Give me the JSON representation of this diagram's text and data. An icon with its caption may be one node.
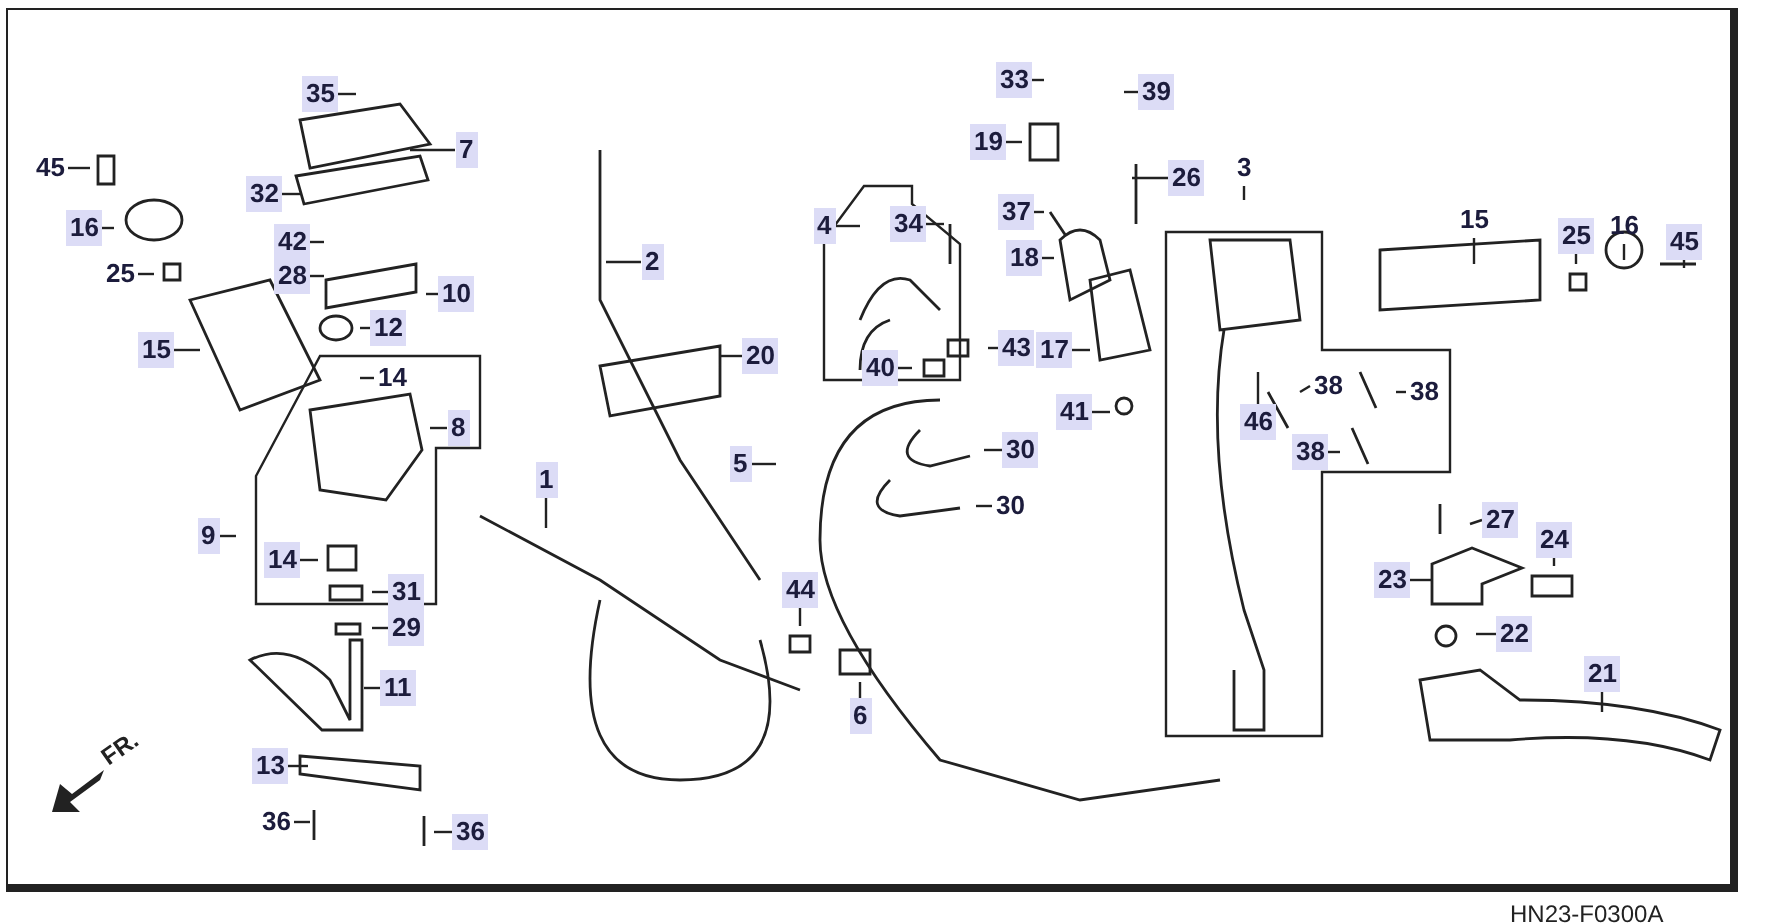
{
  "diagram": {
    "nodes": [
      {
        "text": [
          "35"
        ]
      },
      {
        "text": [
          "33"
        ]
      },
      {
        "text": [
          "39"
        ]
      },
      {
        "text": [
          "7"
        ]
      },
      {
        "text": [
          "45"
        ]
      },
      {
        "text": [
          "32"
        ]
      },
      {
        "text": [
          "19"
        ]
      },
      {
        "text": [
          "26"
        ]
      },
      {
        "text": [
          "3"
        ]
      },
      {
        "text": [
          "15"
        ]
      },
      {
        "text": [
          "4"
        ]
      },
      {
        "text": [
          "34"
        ]
      },
      {
        "text": [
          "37"
        ]
      },
      {
        "text": [
          "16"
        ]
      },
      {
        "text": [
          "25"
        ]
      },
      {
        "text": [
          "42"
        ]
      },
      {
        "text": [
          "25"
        ]
      },
      {
        "text": [
          "16"
        ]
      },
      {
        "text": [
          "45"
        ]
      },
      {
        "text": [
          "28"
        ]
      },
      {
        "text": [
          "2"
        ]
      },
      {
        "text": [
          "18"
        ]
      },
      {
        "text": [
          "10"
        ]
      },
      {
        "text": [
          "12"
        ]
      },
      {
        "text": [
          "15"
        ]
      },
      {
        "text": [
          "20"
        ]
      },
      {
        "text": [
          "17"
        ]
      },
      {
        "text": [
          "43"
        ]
      },
      {
        "text": [
          "40"
        ]
      },
      {
        "text": [
          "14"
        ]
      },
      {
        "text": [
          "41"
        ]
      },
      {
        "text": [
          "46"
        ]
      },
      {
        "text": [
          "38"
        ]
      },
      {
        "text": [
          "38"
        ]
      },
      {
        "text": [
          "38"
        ]
      },
      {
        "text": [
          "8"
        ]
      },
      {
        "text": [
          "30"
        ]
      },
      {
        "text": [
          "5"
        ]
      },
      {
        "text": [
          "1"
        ]
      },
      {
        "text": [
          "9"
        ]
      },
      {
        "text": [
          "30"
        ]
      },
      {
        "text": [
          "27"
        ]
      },
      {
        "text": [
          "24"
        ]
      },
      {
        "text": [
          "14"
        ]
      },
      {
        "text": [
          "23"
        ]
      },
      {
        "text": [
          "31"
        ]
      },
      {
        "text": [
          "44"
        ]
      },
      {
        "text": [
          "29"
        ]
      },
      {
        "text": [
          "22"
        ]
      },
      {
        "text": [
          "21"
        ]
      },
      {
        "text": [
          "11"
        ]
      },
      {
        "text": [
          "6"
        ]
      },
      {
        "text": [
          "13"
        ]
      },
      {
        "text": [
          "36"
        ]
      },
      {
        "text": [
          "36"
        ]
      }
    ],
    "edges": [
      {
        "from": 0,
        "to": null,
        "arrow": "none"
      },
      {
        "from": 1,
        "to": null,
        "arrow": "none"
      },
      {
        "from": 2,
        "to": null,
        "arrow": "none"
      },
      {
        "from": 3,
        "to": null,
        "arrow": "none"
      },
      {
        "from": 4,
        "to": null,
        "arrow": "none"
      },
      {
        "from": 5,
        "to": null,
        "arrow": "none"
      },
      {
        "from": 6,
        "to": null,
        "arrow": "none"
      },
      {
        "from": 7,
        "to": null,
        "arrow": "none"
      },
      {
        "from": 8,
        "to": null,
        "arrow": "none"
      },
      {
        "from": 9,
        "to": null,
        "arrow": "none"
      },
      {
        "from": 10,
        "to": null,
        "arrow": "none"
      },
      {
        "from": 11,
        "to": null,
        "arrow": "none"
      },
      {
        "from": 12,
        "to": null,
        "arrow": "none"
      },
      {
        "from": 13,
        "to": null,
        "arrow": "none"
      },
      {
        "from": 14,
        "to": null,
        "arrow": "none"
      },
      {
        "from": 15,
        "to": null,
        "arrow": "none"
      },
      {
        "from": 16,
        "to": null,
        "arrow": "none"
      },
      {
        "from": 17,
        "to": null,
        "arrow": "none"
      },
      {
        "from": 18,
        "to": null,
        "arrow": "none"
      },
      {
        "from": 19,
        "to": null,
        "arrow": "none"
      },
      {
        "from": 20,
        "to": null,
        "arrow": "none"
      },
      {
        "from": 21,
        "to": null,
        "arrow": "none"
      },
      {
        "from": 22,
        "to": null,
        "arrow": "none"
      },
      {
        "from": 23,
        "to": null,
        "arrow": "none"
      },
      {
        "from": 24,
        "to": null,
        "arrow": "none"
      },
      {
        "from": 25,
        "to": null,
        "arrow": "none"
      },
      {
        "from": 26,
        "to": null,
        "arrow": "none"
      },
      {
        "from": 27,
        "to": null,
        "arrow": "none"
      },
      {
        "from": 28,
        "to": null,
        "arrow": "none"
      },
      {
        "from": 29,
        "to": null,
        "arrow": "none"
      },
      {
        "from": 30,
        "to": null,
        "arrow": "none"
      },
      {
        "from": 31,
        "to": null,
        "arrow": "none"
      },
      {
        "from": 32,
        "to": null,
        "arrow": "none"
      },
      {
        "from": 33,
        "to": null,
        "arrow": "none"
      },
      {
        "from": 34,
        "to": null,
        "arrow": "none"
      },
      {
        "from": 35,
        "to": null,
        "arrow": "none"
      },
      {
        "from": 36,
        "to": null,
        "arrow": "none"
      },
      {
        "from": 37,
        "to": null,
        "arrow": "none"
      },
      {
        "from": 38,
        "to": null,
        "arrow": "none"
      },
      {
        "from": 39,
        "to": null,
        "arrow": "none"
      },
      {
        "from": 40,
        "to": null,
        "arrow": "none"
      },
      {
        "from": 41,
        "to": null,
        "arrow": "none"
      },
      {
        "from": 42,
        "to": null,
        "arrow": "none"
      },
      {
        "from": 43,
        "to": null,
        "arrow": "none"
      },
      {
        "from": 44,
        "to": null,
        "arrow": "none"
      },
      {
        "from": 45,
        "to": null,
        "arrow": "none"
      },
      {
        "from": 46,
        "to": null,
        "arrow": "none"
      },
      {
        "from": 47,
        "to": null,
        "arrow": "none"
      },
      {
        "from": 48,
        "to": null,
        "arrow": "none"
      },
      {
        "from": 49,
        "to": null,
        "arrow": "none"
      },
      {
        "from": 50,
        "to": null,
        "arrow": "none"
      },
      {
        "from": 51,
        "to": null,
        "arrow": "none"
      },
      {
        "from": 52,
        "to": null,
        "arrow": "none"
      },
      {
        "from": 53,
        "to": null,
        "arrow": "none"
      },
      {
        "from": 54,
        "to": null,
        "arrow": "none"
      }
    ],
    "labels": [
      "FR.",
      "HN23-F0300A"
    ]
  }
}
